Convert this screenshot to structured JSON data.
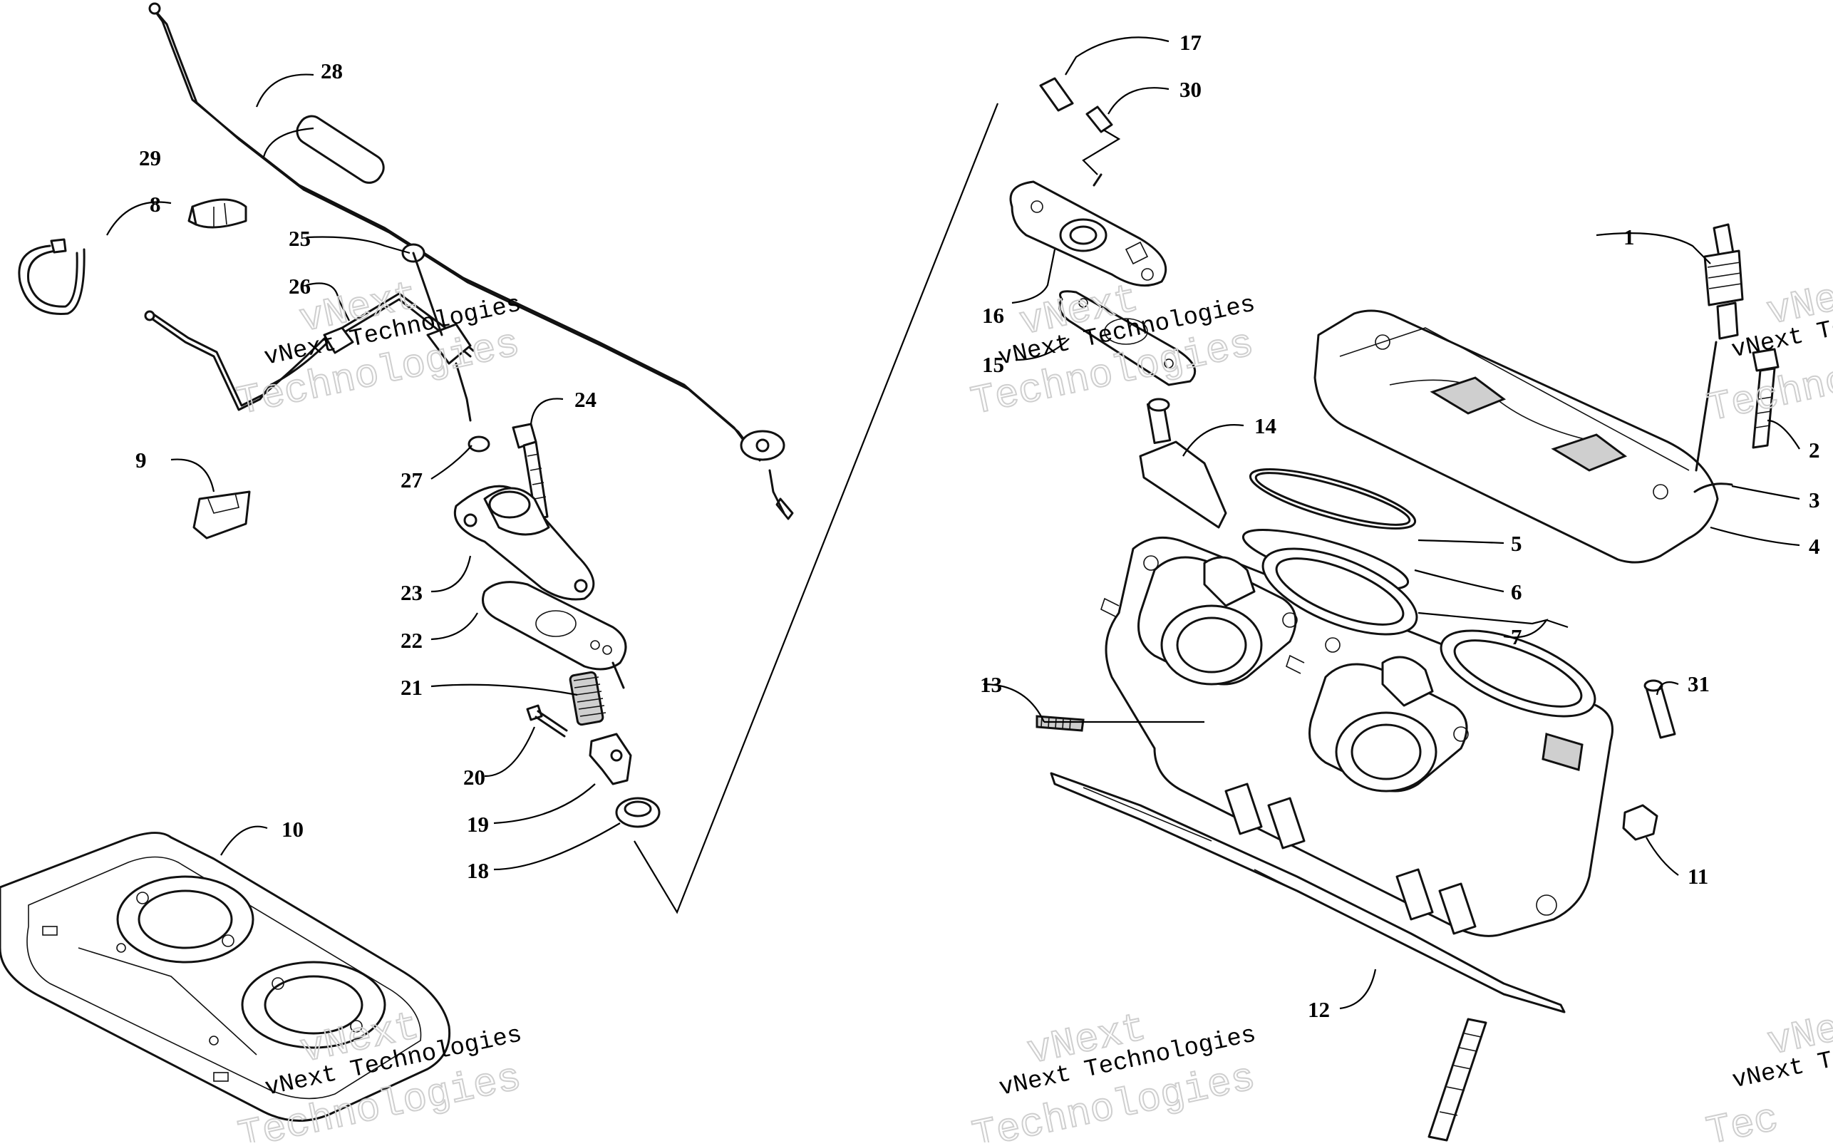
{
  "diagram": {
    "type": "exploded parts diagram",
    "callouts": [
      "1",
      "2",
      "3",
      "4",
      "5",
      "6",
      "7",
      "8",
      "9",
      "10",
      "11",
      "12",
      "13",
      "14",
      "15",
      "16",
      "17",
      "18",
      "19",
      "20",
      "21",
      "22",
      "23",
      "24",
      "25",
      "26",
      "27",
      "28",
      "29",
      "30",
      "31"
    ],
    "watermark": {
      "line1": "vNext Technologies",
      "line2": "vNext",
      "line3": "Technologies",
      "cut1": "vNext Tec",
      "cut2": "vNext",
      "cut3": "Techno",
      "cut4": "vNext Technologie",
      "cut5": "Tec"
    }
  },
  "colors": {
    "ink": "#111111",
    "background": "#ffffff",
    "watermark_outline": "#cfcfcf"
  }
}
